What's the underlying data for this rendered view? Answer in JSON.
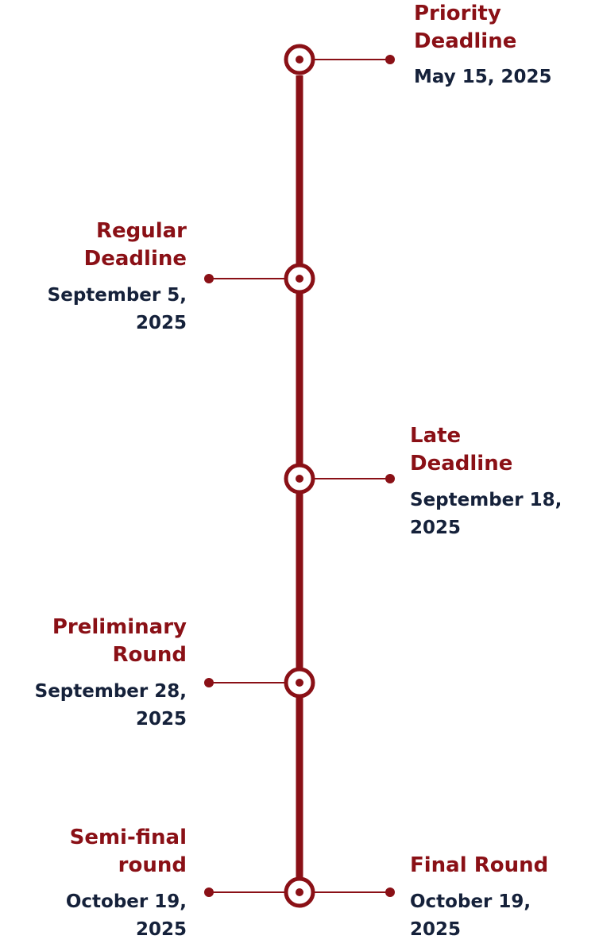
{
  "colors": {
    "accent": "#8a1016",
    "date_text": "#15213a",
    "background": "#ffffff"
  },
  "events": [
    {
      "title": "Priority Deadline",
      "date": "May 15, 2025",
      "side": "right"
    },
    {
      "title": "Regular Deadline",
      "date": "September 5, 2025",
      "side": "left"
    },
    {
      "title": "Late Deadline",
      "date": "September 18, 2025",
      "side": "right"
    },
    {
      "title": "Preliminary Round",
      "date": "September 28, 2025",
      "side": "left"
    },
    {
      "title": "Semi-final round",
      "date": "October 19, 2025",
      "side": "left"
    },
    {
      "title": "Final Round",
      "date": "October 19, 2025",
      "side": "right"
    }
  ]
}
